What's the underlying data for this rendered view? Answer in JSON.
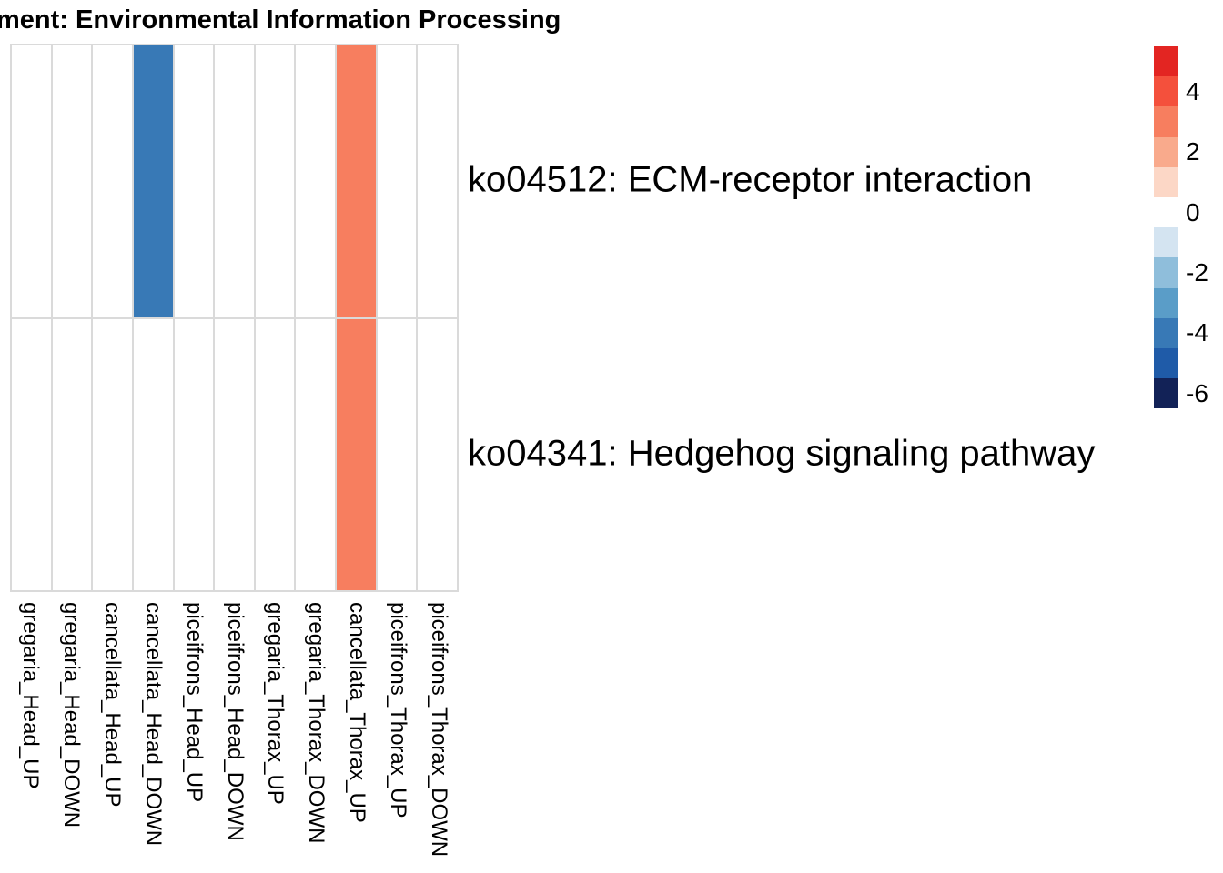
{
  "title": "ment: Environmental Information Processing",
  "chart_data": {
    "type": "heatmap",
    "title": "ment: Environmental Information Processing",
    "columns": [
      "gregaria_Head_UP",
      "gregaria_Head_DOWN",
      "cancellata_Head_UP",
      "cancellata_Head_DOWN",
      "piceifrons_Head_UP",
      "piceifrons_Head_DOWN",
      "gregaria_Thorax_UP",
      "gregaria_Thorax_DOWN",
      "cancellata_Thorax_UP",
      "piceifrons_Thorax_UP",
      "piceifrons_Thorax_DOWN"
    ],
    "rows": [
      "ko04512: ECM-receptor interaction",
      "ko04341: Hedgehog signaling pathway"
    ],
    "values": [
      [
        null,
        null,
        null,
        -4,
        null,
        null,
        null,
        null,
        3,
        null,
        null
      ],
      [
        null,
        null,
        null,
        null,
        null,
        null,
        null,
        null,
        3,
        null,
        null
      ]
    ],
    "legend": {
      "bin_centers": [
        5,
        4,
        3,
        2,
        1,
        0,
        -1,
        -2,
        -3,
        -4,
        -5,
        -6
      ],
      "colors": [
        "#e32522",
        "#f4503c",
        "#f77e5f",
        "#f9aa8c",
        "#fcd7c6",
        "#ffffff",
        "#d4e4f1",
        "#8fbedb",
        "#5a9dc8",
        "#3879b6",
        "#1f5ba8",
        "#122257"
      ],
      "tick_labels": [
        "4",
        "2",
        "0",
        "-2",
        "-4",
        "-6"
      ],
      "tick_block_indices": [
        1,
        3,
        5,
        7,
        9,
        11
      ]
    },
    "layout": {
      "grid_on": true,
      "grid_line_color": "#dadada",
      "empty_cell_color": "#ffffff",
      "legend_position": "right",
      "x_label_rotation_deg": 90
    }
  }
}
